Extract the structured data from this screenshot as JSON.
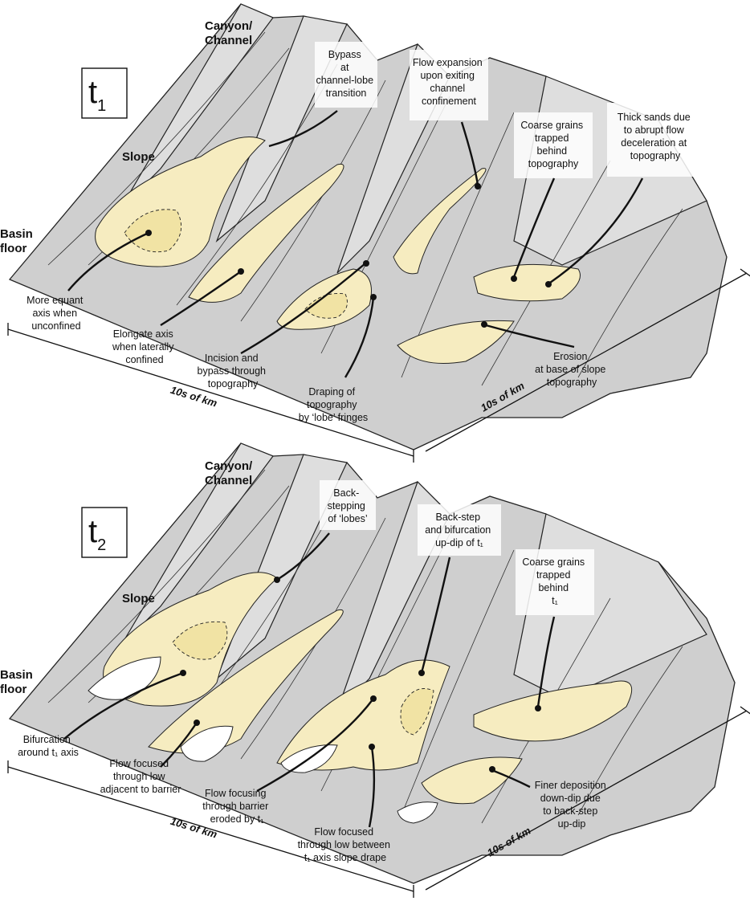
{
  "panels": [
    {
      "time_label_main": "t",
      "time_label_sub": "1",
      "header_labels": {
        "canyon_l1": "Canyon/",
        "canyon_l2": "Channel",
        "slope": "Slope",
        "basin_l1": "Basin",
        "basin_l2": "floor"
      },
      "box_labels": [
        [
          "Bypass",
          "at",
          "channel-lobe",
          "transition"
        ],
        [
          "Flow expansion",
          "upon exiting",
          "channel",
          "confinement"
        ],
        [
          "Coarse grains",
          "trapped",
          "behind",
          "topography"
        ],
        [
          "Thick sands due",
          "to abrupt flow",
          "deceleration at",
          "topography"
        ]
      ],
      "bottom_labels": [
        [
          "More equant",
          "axis when",
          "unconfined"
        ],
        [
          "Elongate axis",
          "when laterally",
          "confined"
        ],
        [
          "Incision and",
          "bypass through",
          "topography"
        ],
        [
          "Draping of",
          "topography",
          "by ‘lobe’ fringes"
        ],
        [
          "Erosion",
          "at base of slope",
          "topography"
        ]
      ],
      "scale_front": "10s of km",
      "scale_side": "10s of km"
    },
    {
      "time_label_main": "t",
      "time_label_sub": "2",
      "header_labels": {
        "canyon_l1": "Canyon/",
        "canyon_l2": "Channel",
        "slope": "Slope",
        "basin_l1": "Basin",
        "basin_l2": "floor"
      },
      "box_labels": [
        [
          "Back-",
          "stepping",
          "of ‘lobes’"
        ],
        [
          "Back-step",
          "and bifurcation",
          "up-dip of t₁"
        ],
        [
          "Coarse grains",
          "trapped",
          "behind",
          "t₁"
        ]
      ],
      "bottom_labels": [
        [
          "Bifurcation",
          "around t₁ axis"
        ],
        [
          "Flow focused",
          "through low",
          "adjacent to barrier"
        ],
        [
          "Flow focusing",
          "through barrier",
          "eroded by t₁"
        ],
        [
          "Flow focused",
          "through low between",
          "t₁ axis slope drape"
        ],
        [
          "Finer deposition",
          "down-dip due",
          "to back-step",
          "up-dip"
        ]
      ],
      "scale_front": "10s of km",
      "scale_side": "10s of km"
    }
  ]
}
